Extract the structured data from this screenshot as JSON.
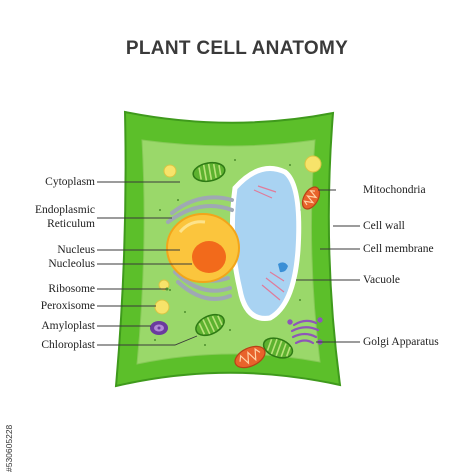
{
  "title": "PLANT CELL ANATOMY",
  "labels_left": [
    {
      "id": "cytoplasm",
      "text": "Cytoplasm"
    },
    {
      "id": "endoplasmic",
      "text": "Endoplasmic"
    },
    {
      "id": "reticulum",
      "text": "Reticulum"
    },
    {
      "id": "nucleus",
      "text": "Nucleus"
    },
    {
      "id": "nucleolus",
      "text": "Nucleolus"
    },
    {
      "id": "ribosome",
      "text": "Ribosome"
    },
    {
      "id": "peroxisome",
      "text": "Peroxisome"
    },
    {
      "id": "amyloplast",
      "text": "Amyloplast"
    },
    {
      "id": "chloroplast",
      "text": "Chloroplast"
    }
  ],
  "labels_right": [
    {
      "id": "mitochondria",
      "text": "Mitochondria"
    },
    {
      "id": "cell-wall",
      "text": "Cell wall"
    },
    {
      "id": "cell-membrane",
      "text": "Cell membrane"
    },
    {
      "id": "vacuole",
      "text": "Vacuole"
    },
    {
      "id": "golgi",
      "text": "Golgi Apparatus"
    }
  ],
  "stock_id": "#530605228",
  "colors": {
    "cell_wall": "#5cbf2a",
    "cell_wall_edge": "#3f9a1c",
    "cytoplasm": "#9ad86a",
    "vacuole": "#a9d3f2",
    "nucleus": "#fbc53d",
    "nucleolus": "#f26a1b",
    "er": "#9fa8b4",
    "chloroplast": "#5db22f",
    "mitochondria": "#e8632b",
    "golgi": "#8e56b8",
    "amyloplast": "#6a3b9e",
    "peroxisome": "#f7e36a"
  }
}
